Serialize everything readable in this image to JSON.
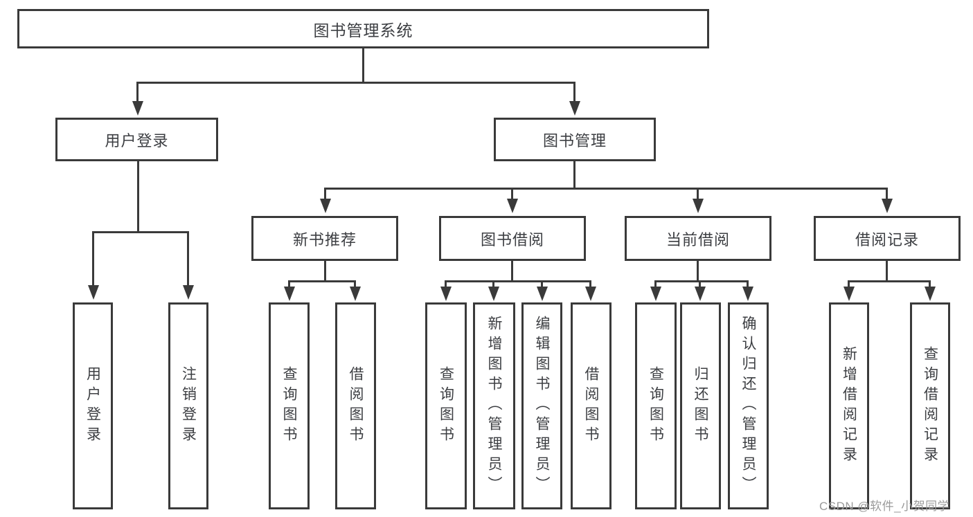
{
  "diagram": {
    "title": "图书管理系统",
    "watermark": "CSDN @软件_小贺同学",
    "colors": {
      "line": "#3a3a3a",
      "text": "#3c3e42",
      "background": "#ffffff",
      "watermark": "#9b9b9b"
    },
    "nodes": {
      "root": "图书管理系统",
      "user_login": "用户登录",
      "book_management": "图书管理",
      "new_book_recommend": "新书推荐",
      "book_borrow": "图书借阅",
      "current_borrow": "当前借阅",
      "borrow_records": "借阅记录",
      "leaf_user_login": "用户登录",
      "leaf_logout": "注销登录",
      "leaf_query_book_1": "查询图书",
      "leaf_borrow_book_1": "借阅图书",
      "leaf_query_book_2": "查询图书",
      "leaf_add_book_admin": "新增图书（管理员）",
      "leaf_edit_book_admin": "编辑图书（管理员）",
      "leaf_borrow_book_2": "借阅图书",
      "leaf_query_book_3": "查询图书",
      "leaf_return_book": "归还图书",
      "leaf_confirm_return_admin": "确认归还（管理员）",
      "leaf_add_borrow_record": "新增借阅记录",
      "leaf_query_borrow_record": "查询借阅记录"
    },
    "edges": [
      [
        "root",
        "user_login"
      ],
      [
        "root",
        "book_management"
      ],
      [
        "user_login",
        "leaf_user_login"
      ],
      [
        "user_login",
        "leaf_logout"
      ],
      [
        "book_management",
        "new_book_recommend"
      ],
      [
        "book_management",
        "book_borrow"
      ],
      [
        "book_management",
        "current_borrow"
      ],
      [
        "book_management",
        "borrow_records"
      ],
      [
        "new_book_recommend",
        "leaf_query_book_1"
      ],
      [
        "new_book_recommend",
        "leaf_borrow_book_1"
      ],
      [
        "book_borrow",
        "leaf_query_book_2"
      ],
      [
        "book_borrow",
        "leaf_add_book_admin"
      ],
      [
        "book_borrow",
        "leaf_edit_book_admin"
      ],
      [
        "book_borrow",
        "leaf_borrow_book_2"
      ],
      [
        "current_borrow",
        "leaf_query_book_3"
      ],
      [
        "current_borrow",
        "leaf_return_book"
      ],
      [
        "current_borrow",
        "leaf_confirm_return_admin"
      ],
      [
        "borrow_records",
        "leaf_add_borrow_record"
      ],
      [
        "borrow_records",
        "leaf_query_borrow_record"
      ]
    ]
  }
}
